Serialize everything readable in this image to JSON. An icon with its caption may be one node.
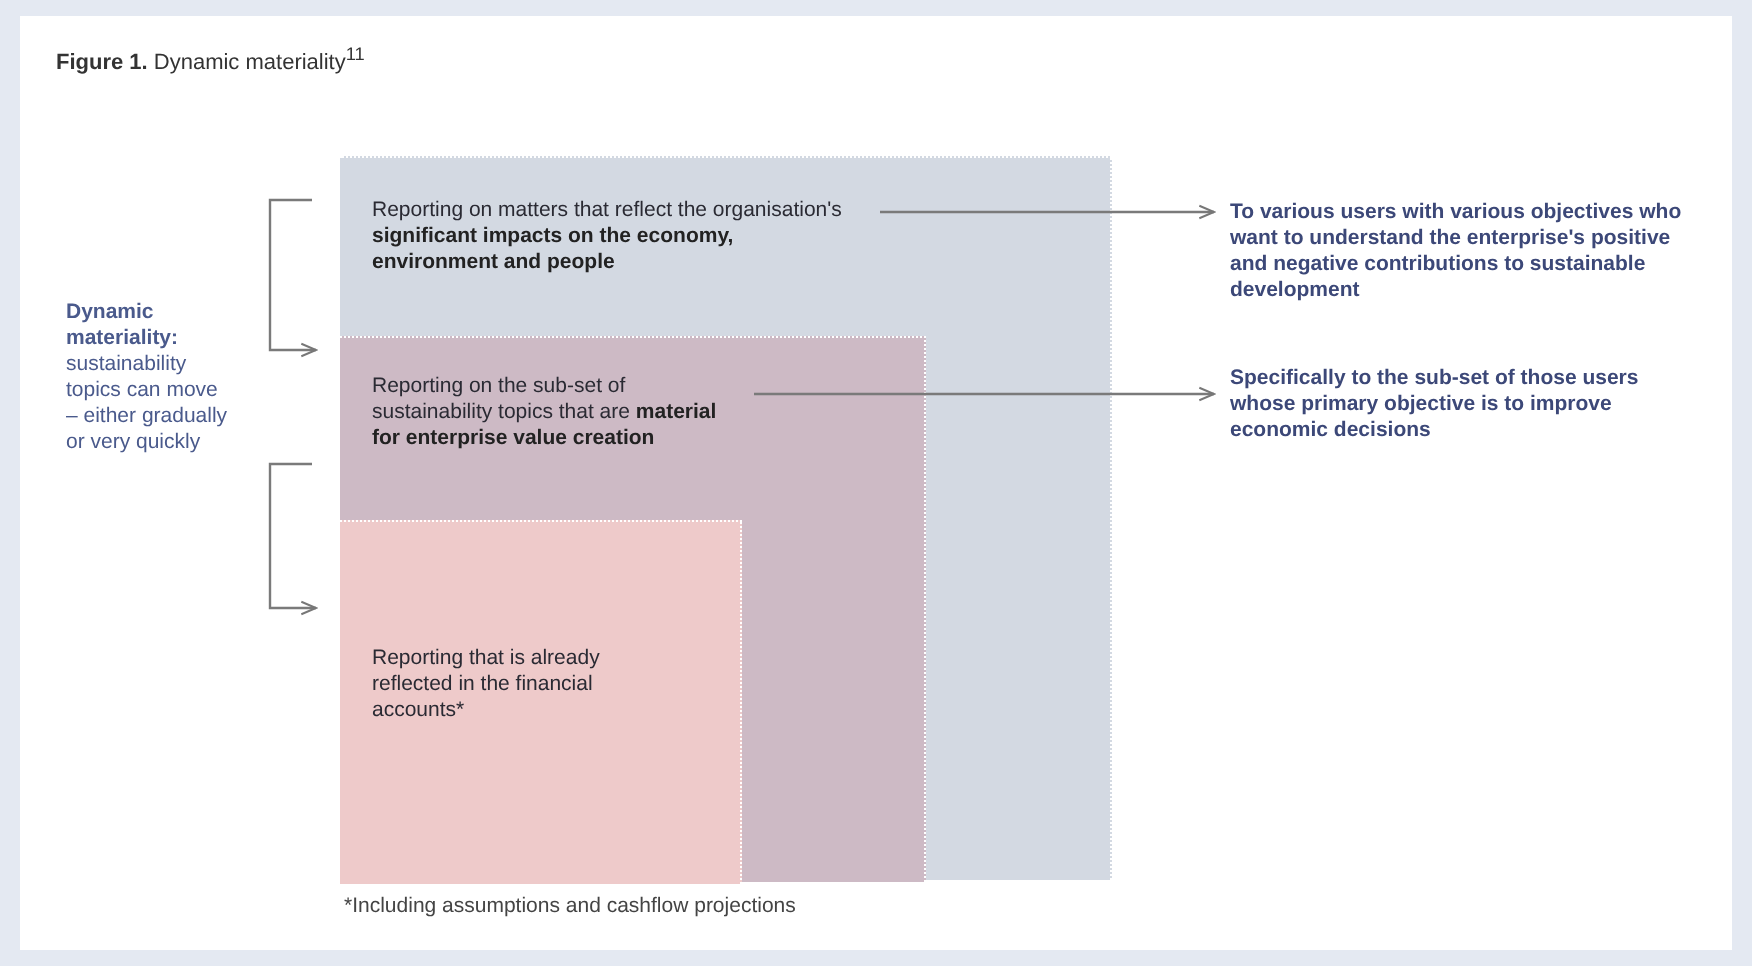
{
  "diagram": {
    "title": "**Figure 1.** Dynamic materiality$^{11}$",
    "nodes": [
      {
        "text": [
          "Reporting on matters that reflect the organisation's **significant impacts on the economy, environment and people**"
        ]
      },
      {
        "text": [
          "Reporting on the sub-set of sustainability topics that are **material for enterprise value creation**"
        ],
        "in": 0
      },
      {
        "text": [
          "Reporting that is already reflected in the financial accounts*"
        ],
        "in": 1
      },
      {
        "text": [
          "To various users with various objectives who want to understand the enterprise's positive and negative contributions to sustainable development"
        ]
      },
      {
        "text": [
          "Specifically to the sub-set of those users whose primary objective is to improve economic decisions"
        ]
      },
      {
        "text": [
          "**Dynamic materiality:** sustainability topics can move – either gradually or very quickly"
        ]
      }
    ],
    "edges": [
      {
        "from": 0,
        "to": 3,
        "arrow": "to"
      },
      {
        "from": 1,
        "to": 4,
        "arrow": "to"
      }
    ],
    "labels": [
      "*Including assumptions and cashflow projections"
    ]
  }
}
